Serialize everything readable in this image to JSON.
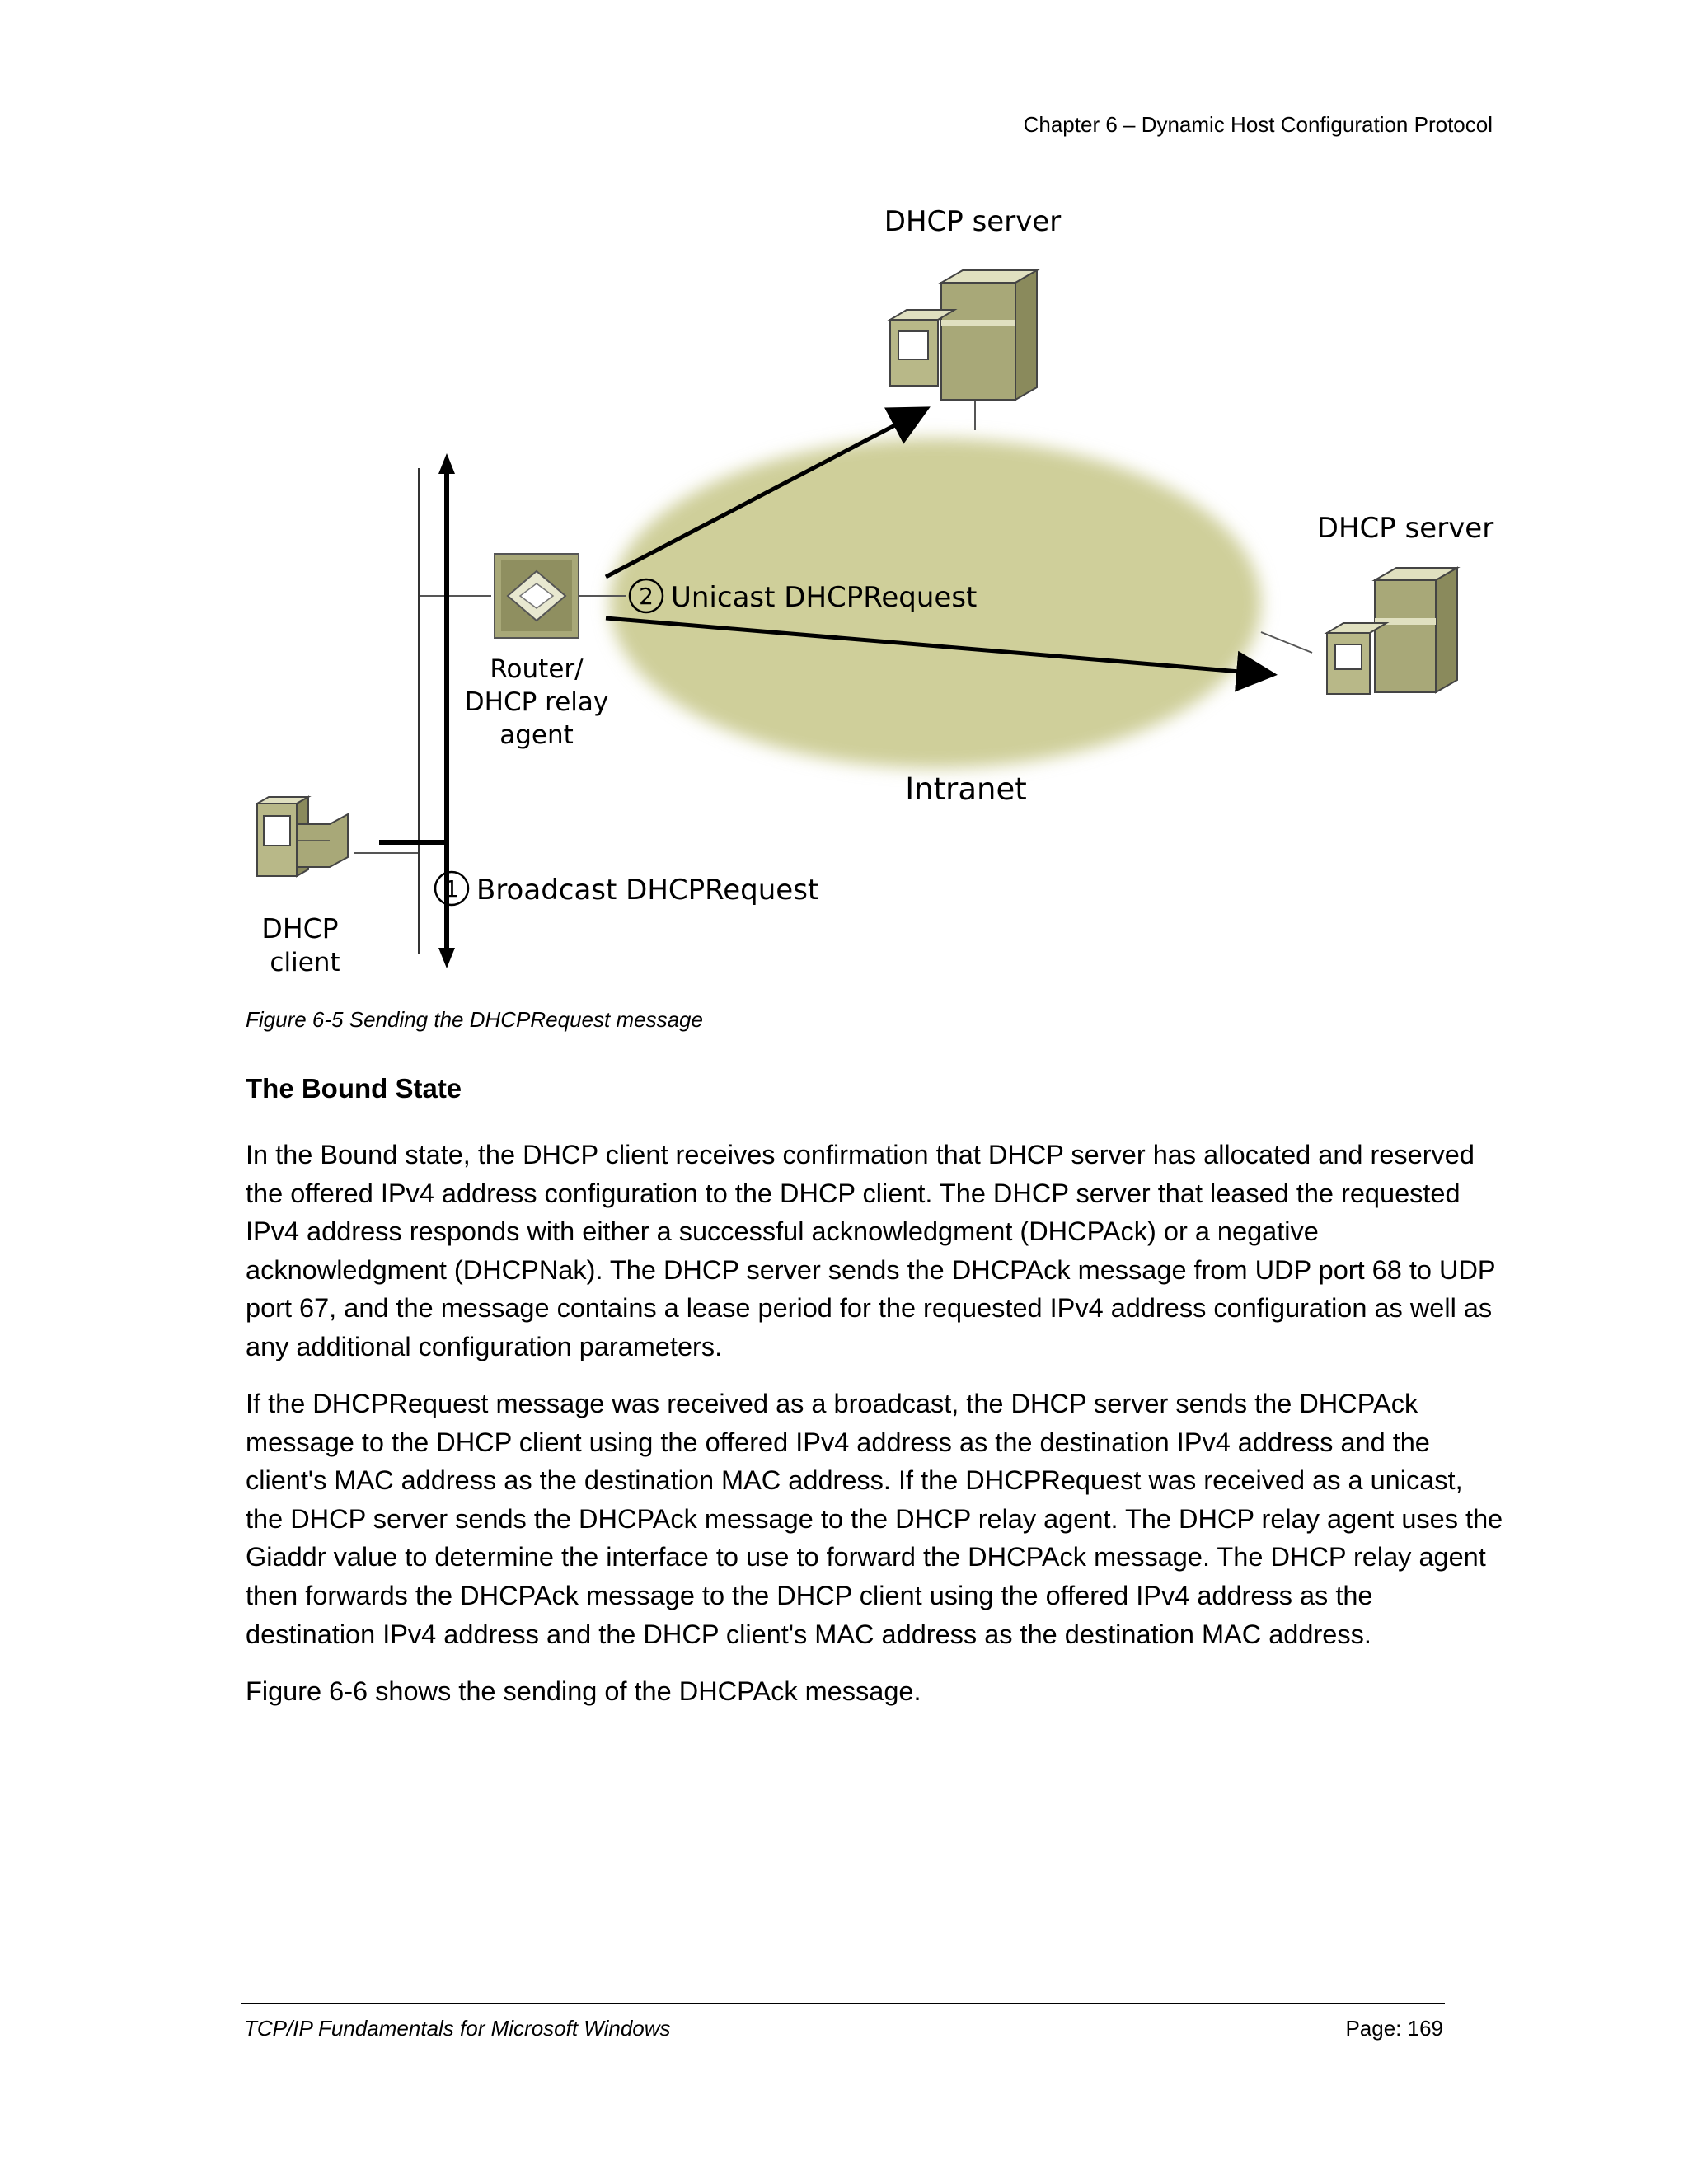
{
  "page": {
    "header": "Chapter 6 – Dynamic Host Configuration Protocol",
    "footer_left": "TCP/IP Fundamentals for Microsoft Windows",
    "footer_right": "Page: 169"
  },
  "figure": {
    "server_top_label": "DHCP server",
    "server_right_label": "DHCP server",
    "router_label_1": "Router/",
    "router_label_2": "DHCP relay",
    "router_label_3": "agent",
    "intranet_label": "Intranet",
    "client_label_1": "DHCP",
    "client_label_2": "client",
    "step2_number": "2",
    "step2_label": "Unicast DHCPRequest",
    "step1_number": "1",
    "step1_label": "Broadcast DHCPRequest",
    "caption": "Figure 6-5  Sending the DHCPRequest message",
    "colors": {
      "intranet_fill": "#cfcf9a",
      "device_body": "#a8a878",
      "device_light": "#e0e0c0"
    }
  },
  "section": {
    "heading": "The Bound State",
    "paragraphs": [
      "In the Bound state, the DHCP client receives confirmation that DHCP server has allocated and reserved the offered IPv4 address configuration to the DHCP client. The DHCP server that leased the requested IPv4 address responds with either a successful acknowledgment (DHCPAck) or a negative acknowledgment (DHCPNak). The DHCP server sends the DHCPAck message from UDP port 68 to UDP port 67, and the message contains a lease period for the requested IPv4 address configuration as well as any additional configuration parameters.",
      "If the DHCPRequest message was received as a broadcast, the DHCP server sends the DHCPAck message to the DHCP client using the offered IPv4 address as the destination IPv4 address and the client's MAC address as the destination MAC address. If the DHCPRequest was received as a unicast, the DHCP server sends the DHCPAck message to the DHCP relay agent. The DHCP relay agent uses the Giaddr value to determine the interface to use to forward the DHCPAck message. The DHCP relay agent then forwards the DHCPAck message to the DHCP client using the offered IPv4 address as the destination IPv4 address and the DHCP client's MAC address as the destination MAC address.",
      "Figure 6-6 shows the sending of the DHCPAck message."
    ]
  }
}
